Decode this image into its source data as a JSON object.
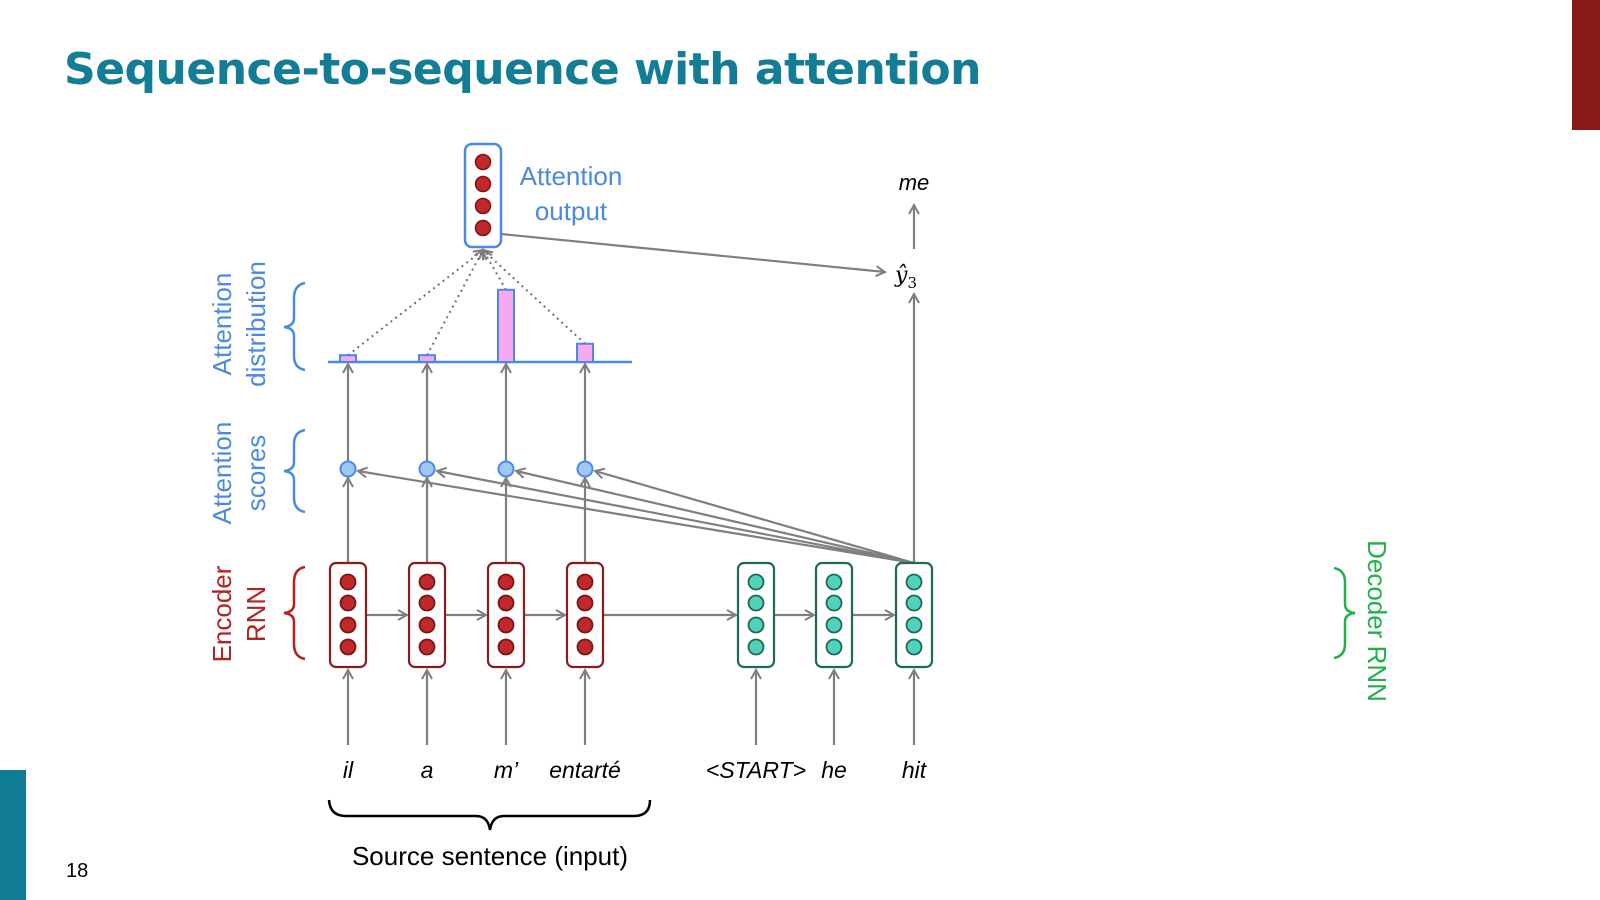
{
  "slide": {
    "title": "Sequence-to-sequence with attention",
    "page_number": "18"
  },
  "labels": {
    "attention_output": [
      "Attention",
      "output"
    ],
    "attention_distribution": [
      "Attention",
      "distribution"
    ],
    "attention_scores": [
      "Attention",
      "scores"
    ],
    "encoder_rnn": [
      "Encoder",
      "RNN"
    ],
    "decoder_rnn": "Decoder RNN",
    "source_sentence": "Source sentence (input)",
    "output_word": "me",
    "y_hat": "ŷ",
    "y_hat_sub": "3"
  },
  "encoder_words": [
    "il",
    "a",
    "m’",
    "entarté"
  ],
  "decoder_words": [
    "<START>",
    "he",
    "hit"
  ],
  "attention_distribution": [
    0.09,
    0.09,
    0.95,
    0.24
  ],
  "colors": {
    "title": "#137d95",
    "encoder": "#8b1c1c",
    "encoder_dot": "#c0282a",
    "decoder": "#1d6b55",
    "decoder_dot": "#52d2bd",
    "attention_blue": "#4a8ae6",
    "score_dot": "#9ec9f5",
    "bar_fill": "#f7a8f0",
    "decoder_label": "#22b04b",
    "arrow": "#7f7f7f"
  }
}
